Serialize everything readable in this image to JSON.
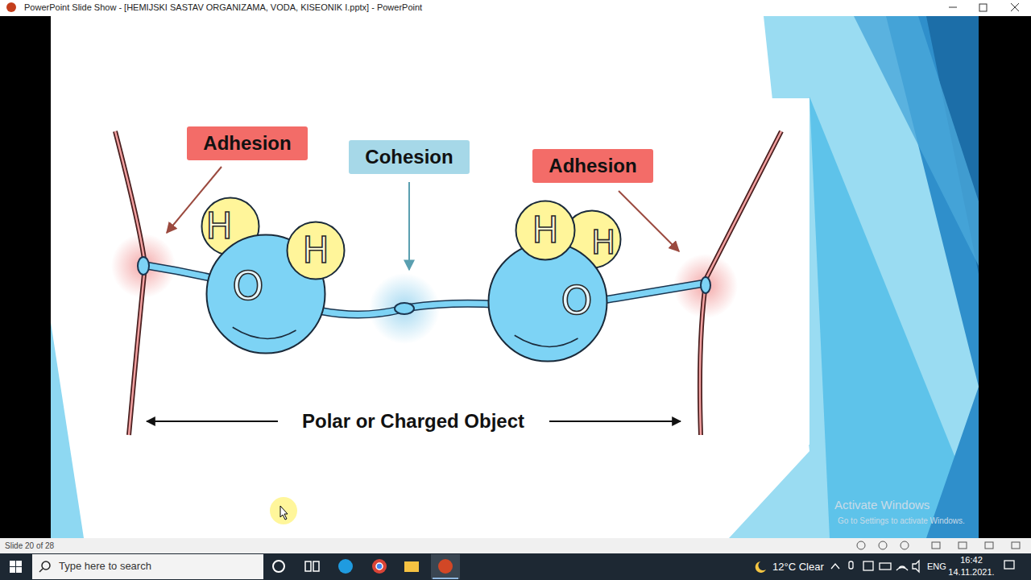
{
  "diagram": {
    "nodes": [
      {
        "text": [
          "Adhesion"
        ]
      },
      {
        "text": [
          "Cohesion"
        ]
      },
      {
        "text": [
          "Adhesion"
        ]
      },
      {
        "text": [
          "H"
        ]
      },
      {
        "text": [
          "H"
        ]
      },
      {
        "text": [
          "O"
        ]
      },
      {
        "text": [
          "H"
        ]
      },
      {
        "text": [
          "H"
        ]
      },
      {
        "text": [
          "O"
        ]
      }
    ],
    "labels": [
      "PowerPoint Slide Show - [HEMIJSKI SASTAV ORGANIZAMA, VODA, KISEONIK I.pptx] - PowerPoint",
      "Polar or Charged Object",
      "Slide 20 of 28",
      "Type here to search",
      "12°C Clear",
      "ENG",
      "16:42",
      "14.11.2021.",
      "Activate Windows",
      "Go to Settings to activate Windows."
    ]
  }
}
